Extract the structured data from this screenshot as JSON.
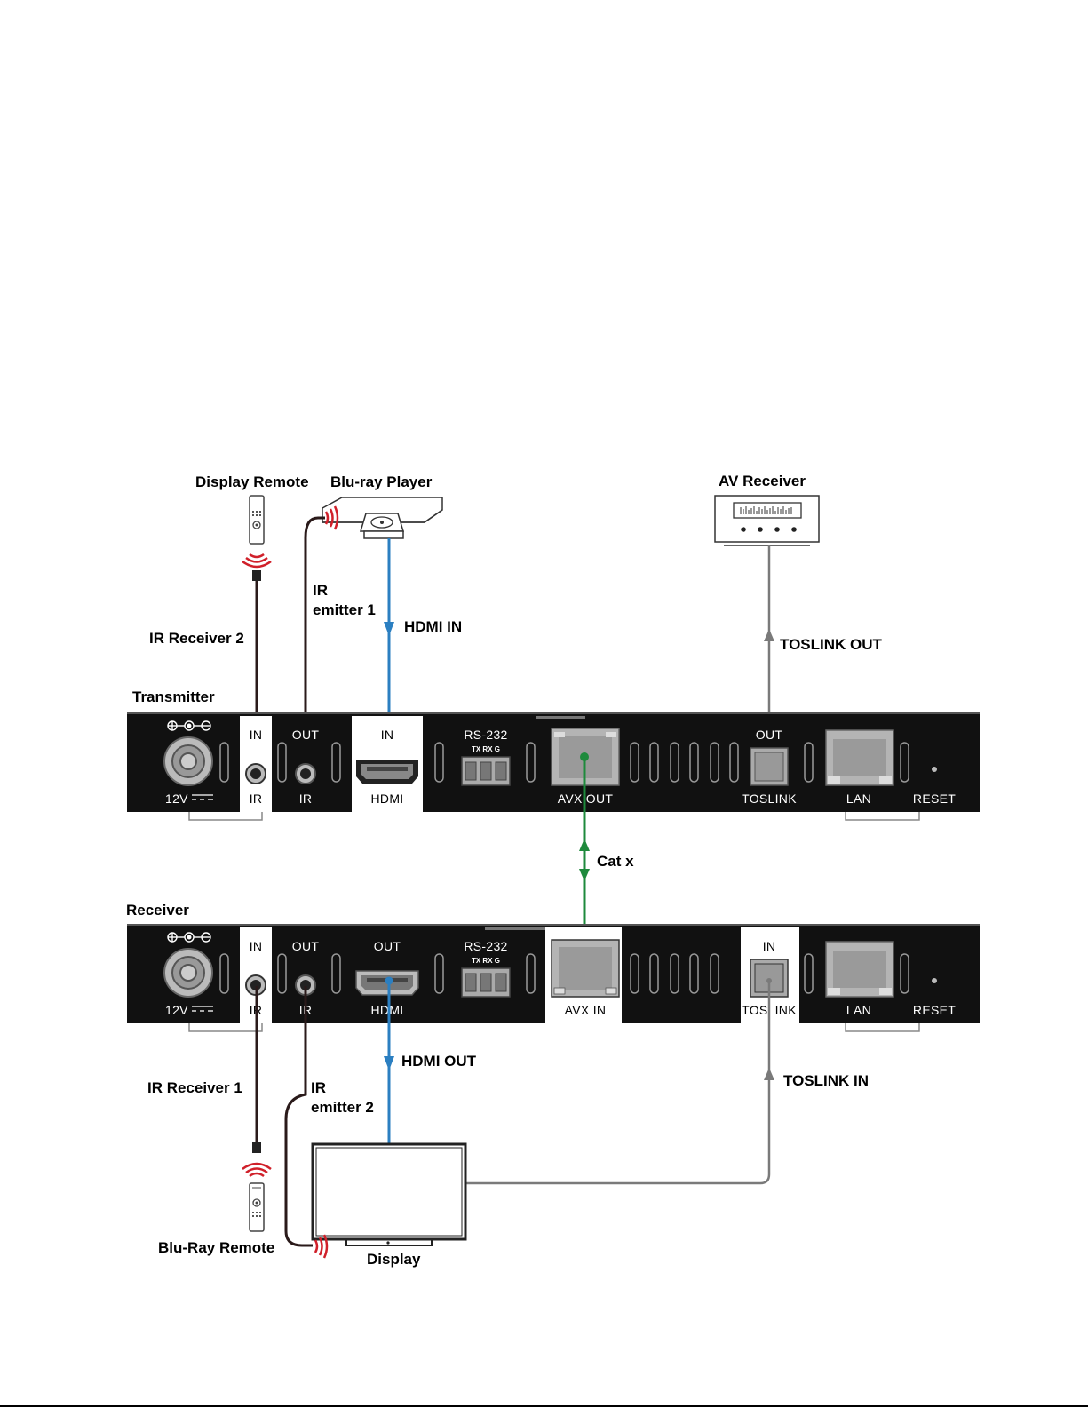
{
  "labels": {
    "display_remote": "Display Remote",
    "bluray_player": "Blu-ray Player",
    "av_receiver": "AV Receiver",
    "ir_receiver_2": "IR Receiver 2",
    "ir_emitter_1_a": "IR",
    "ir_emitter_1_b": "emitter 1",
    "hdmi_in": "HDMI IN",
    "toslink_out": "TOSLINK OUT",
    "transmitter": "Transmitter",
    "cat_x": "Cat x",
    "receiver": "Receiver",
    "hdmi_out": "HDMI OUT",
    "toslink_in": "TOSLINK IN",
    "ir_receiver_1": "IR Receiver 1",
    "ir_emitter_2_a": "IR",
    "ir_emitter_2_b": "emitter 2",
    "bluray_remote": "Blu-Ray Remote",
    "display": "Display"
  },
  "transmitter_panel": {
    "power": "12V",
    "ir_in_top": "IN",
    "ir_in_bottom": "IR",
    "ir_out_top": "OUT",
    "ir_out_bottom": "IR",
    "hdmi_top": "IN",
    "hdmi_bottom": "HDMI",
    "rs232": "RS-232",
    "rs232_pins": "TX RX G",
    "avx": "AVX OUT",
    "toslink_top": "OUT",
    "toslink_bottom": "TOSLINK",
    "lan": "LAN",
    "reset": "RESET"
  },
  "receiver_panel": {
    "power": "12V",
    "ir_in_top": "IN",
    "ir_in_bottom": "IR",
    "ir_out_top": "OUT",
    "ir_out_bottom": "IR",
    "hdmi_top": "OUT",
    "hdmi_bottom": "HDMI",
    "rs232": "RS-232",
    "rs232_pins": "TX RX G",
    "avx": "AVX IN",
    "toslink_top": "IN",
    "toslink_bottom": "TOSLINK",
    "lan": "LAN",
    "reset": "RESET"
  },
  "colors": {
    "hdmi_cable": "#2b7fc1",
    "cat_cable": "#1e8a3c",
    "toslink_cable": "#7a7a7a",
    "ir_cable": "#2a1a1a",
    "ir_signal": "#d0202a"
  }
}
